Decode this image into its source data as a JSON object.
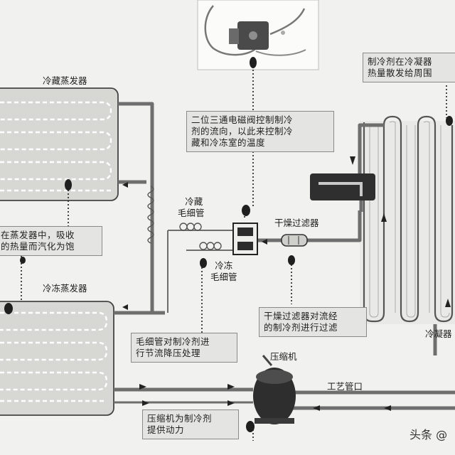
{
  "labels": {
    "fridge_evaporator": "冷藏蒸发器",
    "freezer_evaporator": "冷冻蒸发器",
    "fridge_capillary": [
      "冷藏",
      "毛细管"
    ],
    "freezer_capillary": [
      "冷冻",
      "毛细管"
    ],
    "dryer_filter": "干燥过滤器",
    "compressor": "压缩机",
    "process_pipe": "工艺管口",
    "condenser": "冷凝器"
  },
  "notes": {
    "solenoid_valve": [
      "二位三通电磁阀控制制冷",
      "剂的流向，以此来控制冷",
      "藏和冷冻室的温度"
    ],
    "condenser_heat": [
      "制冷剂在冷凝器",
      "热量散发给周围"
    ],
    "evaporator_absorb": [
      "在蒸发器中，吸收",
      "的热量而汽化为饱"
    ],
    "dryer_filter": [
      "干燥过滤器对流经",
      "的制冷剂进行过滤"
    ],
    "capillary": [
      "毛细管对制冷剂进",
      "行节流降压处理"
    ],
    "compressor": [
      "压缩机为制冷剂",
      "提供动力"
    ]
  },
  "watermark": {
    "source": "头条",
    "sep": " ",
    "handle": "@"
  },
  "colors": {
    "pipe": "#6e6e6e",
    "coil": "#ffffff",
    "box_fill": "#d9d9d6",
    "dark": "#3a3a3a"
  }
}
